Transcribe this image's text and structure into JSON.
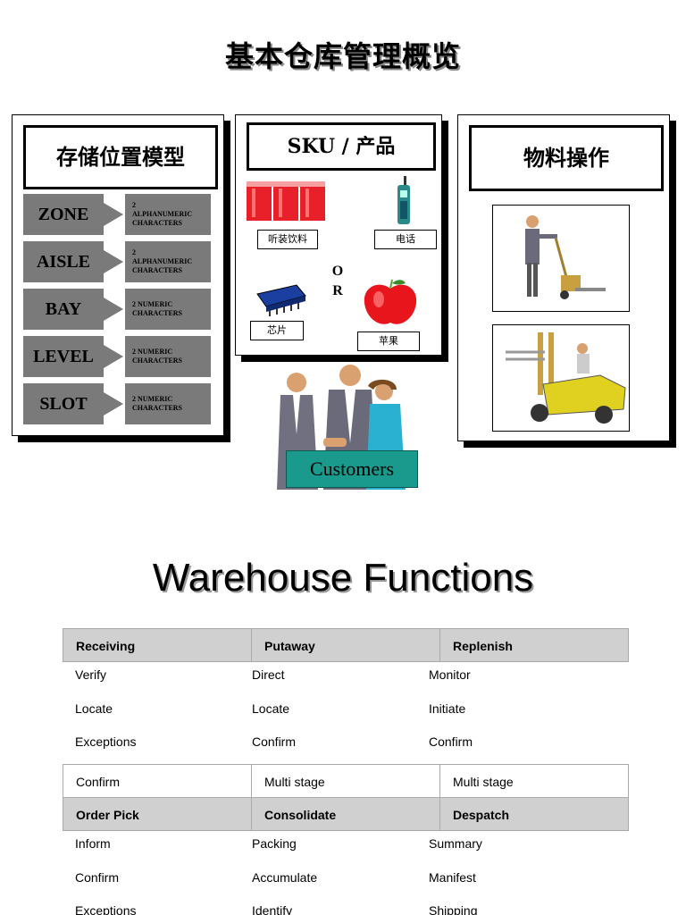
{
  "title": "基本仓库管理概览",
  "storage": {
    "header": "存储位置模型",
    "rows": [
      {
        "level": "ZONE",
        "desc1": "2",
        "desc2": "ALPHANUMERIC",
        "desc3": "CHARACTERS"
      },
      {
        "level": "AISLE",
        "desc1": "2",
        "desc2": "ALPHANUMERIC",
        "desc3": "CHARACTERS"
      },
      {
        "level": "BAY",
        "desc1": "2 NUMERIC",
        "desc2": "CHARACTERS",
        "desc3": ""
      },
      {
        "level": "LEVEL",
        "desc1": "2 NUMERIC",
        "desc2": "CHARACTERS",
        "desc3": ""
      },
      {
        "level": "SLOT",
        "desc1": "2  NUMERIC",
        "desc2": "CHARACTERS",
        "desc3": ""
      }
    ]
  },
  "sku": {
    "header": "SKU /  产品",
    "canned": "听装饮料",
    "phone": "电话",
    "or1": "O",
    "or2": "R",
    "chip": "芯片",
    "apple": "苹果"
  },
  "material": {
    "header": "物料操作"
  },
  "customers": "Customers",
  "functions": {
    "title": "Warehouse Functions",
    "headers1": [
      "Receiving",
      "Putaway",
      "Replenish"
    ],
    "rows1": [
      [
        "Verify",
        "Direct",
        "Monitor"
      ],
      [
        "Locate",
        "Locate",
        "Initiate"
      ],
      [
        "Exceptions",
        "Confirm",
        "Confirm"
      ],
      [
        "Confirm",
        "Multi stage",
        "Multi stage"
      ]
    ],
    "headers2": [
      "Order Pick",
      "Consolidate",
      "Despatch"
    ],
    "rows2": [
      [
        "Inform",
        "Packing",
        "Summary"
      ],
      [
        "Confirm",
        "Accumulate",
        "Manifest"
      ],
      [
        "Exceptions",
        "Identify",
        "Shipping"
      ]
    ]
  },
  "colors": {
    "panel_gray": "#7a7a7a",
    "header_gray": "#d0d0d0",
    "customers_teal": "#1a9a8c",
    "can_red": "#e8202a"
  }
}
